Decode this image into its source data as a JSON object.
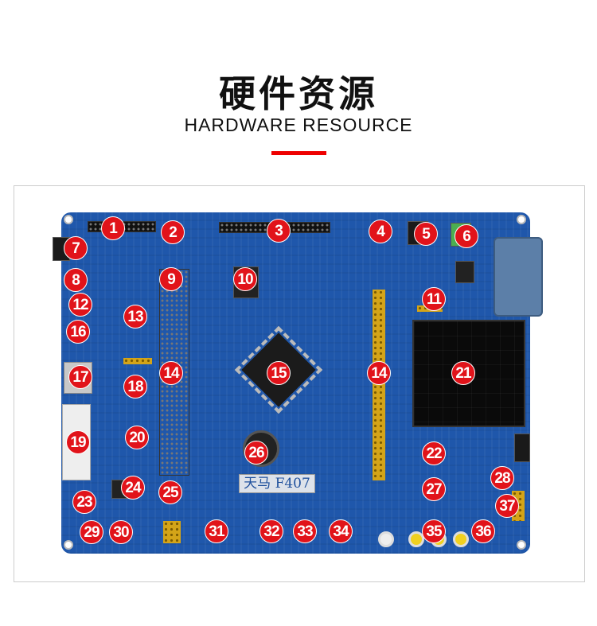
{
  "header": {
    "title": "硬件资源",
    "subtitle": "HARDWARE RESOURCE"
  },
  "board": {
    "model_plate": "天马 F407"
  },
  "markers": [
    "1",
    "2",
    "3",
    "4",
    "5",
    "6",
    "7",
    "8",
    "9",
    "10",
    "11",
    "12",
    "13",
    "14",
    "14",
    "15",
    "16",
    "17",
    "18",
    "19",
    "20",
    "21",
    "22",
    "23",
    "24",
    "25",
    "26",
    "27",
    "28",
    "29",
    "30",
    "31",
    "32",
    "33",
    "34",
    "35",
    "36",
    "37"
  ],
  "colors": {
    "accent": "#e1131a",
    "board": "#1f57ab"
  }
}
